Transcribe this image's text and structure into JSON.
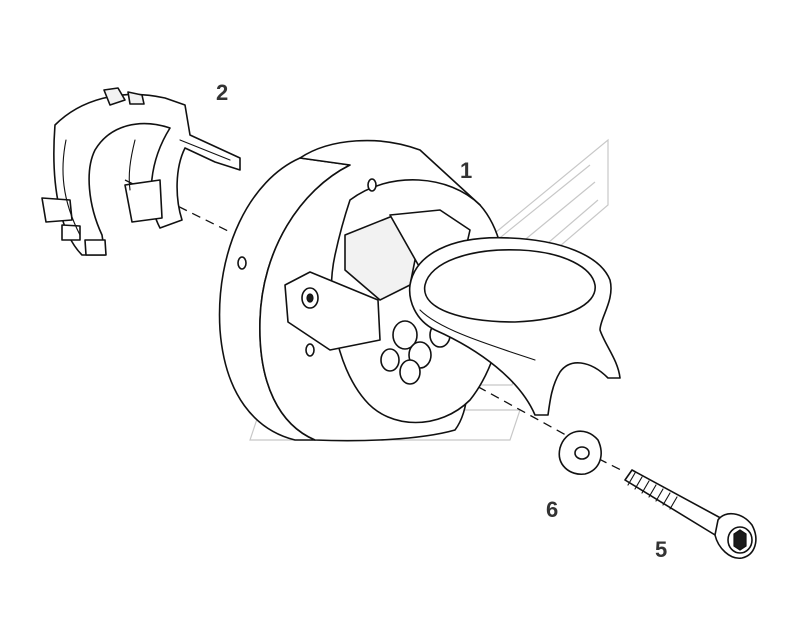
{
  "diagram": {
    "callouts": [
      {
        "id": "callout-1",
        "label": "1"
      },
      {
        "id": "callout-2",
        "label": "2"
      },
      {
        "id": "callout-5",
        "label": "5"
      },
      {
        "id": "callout-6",
        "label": "6"
      }
    ]
  }
}
